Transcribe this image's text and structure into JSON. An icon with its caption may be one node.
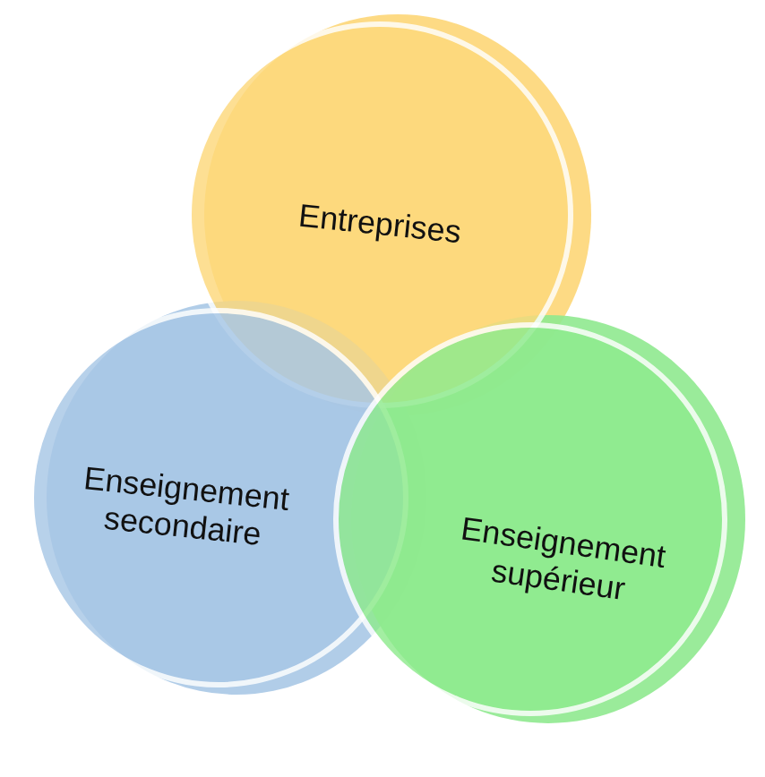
{
  "diagram": {
    "nodes": [
      {
        "text": [
          "Entreprises"
        ]
      },
      {
        "text": [
          "Enseignement secondaire"
        ]
      },
      {
        "text": [
          "Enseignement supérieur"
        ]
      }
    ]
  }
}
